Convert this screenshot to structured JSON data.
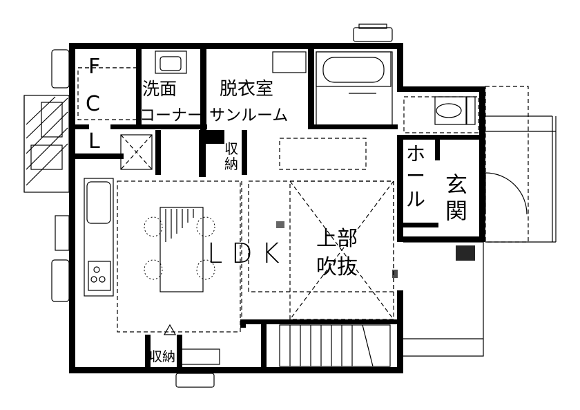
{
  "rooms": {
    "fcl_f": "F",
    "fcl_c": "C",
    "fcl_l": "L",
    "washroom_line1": "洗面",
    "washroom_line2": "コーナー",
    "dressing_line1": "脱衣室",
    "dressing_line2": "サンルーム",
    "storage_upper_1": "収",
    "storage_upper_2": "納",
    "hall_chars": [
      "ホ",
      "ー",
      "ル"
    ],
    "entrance_1": "玄",
    "entrance_2": "関",
    "ldk": "L D K",
    "atrium_line1": "上部",
    "atrium_line2": "吹抜",
    "storage_lower": "収納"
  }
}
